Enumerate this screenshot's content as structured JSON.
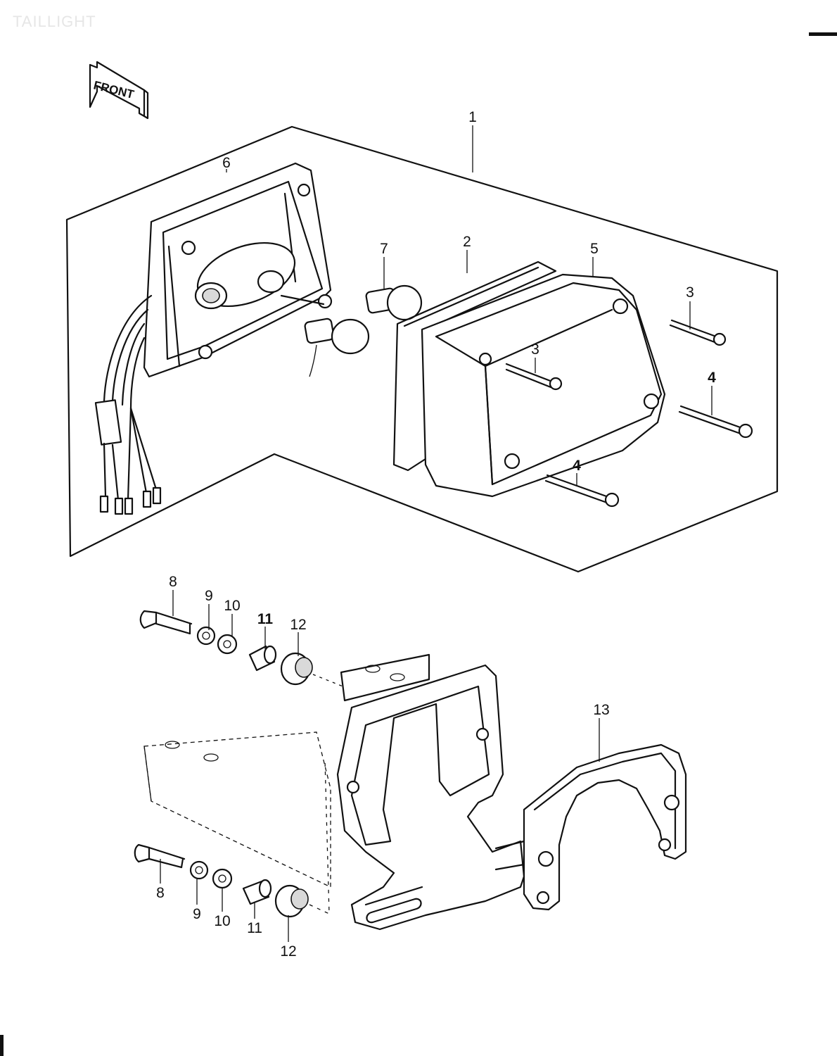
{
  "header": {
    "section_title": "TAILLIGHT"
  },
  "direction_marker": {
    "label": "FRONT",
    "icon": "front-arrow-icon"
  },
  "callouts": [
    {
      "id": "c-1",
      "text": "1"
    },
    {
      "id": "c-6",
      "text": "6"
    },
    {
      "id": "c-7",
      "text": "7"
    },
    {
      "id": "c-2",
      "text": "2"
    },
    {
      "id": "c-5",
      "text": "5"
    },
    {
      "id": "c-3a",
      "text": "3"
    },
    {
      "id": "c-3b",
      "text": "3"
    },
    {
      "id": "c-4a",
      "text": "4"
    },
    {
      "id": "c-4b",
      "text": "4"
    },
    {
      "id": "c-8a",
      "text": "8"
    },
    {
      "id": "c-9a",
      "text": "9"
    },
    {
      "id": "c-10a",
      "text": "10"
    },
    {
      "id": "c-11a",
      "text": "11"
    },
    {
      "id": "c-12a",
      "text": "12"
    },
    {
      "id": "c-13",
      "text": "13"
    },
    {
      "id": "c-8b",
      "text": "8"
    },
    {
      "id": "c-9b",
      "text": "9"
    },
    {
      "id": "c-10b",
      "text": "10"
    },
    {
      "id": "c-11b",
      "text": "11"
    },
    {
      "id": "c-12b",
      "text": "12"
    }
  ]
}
